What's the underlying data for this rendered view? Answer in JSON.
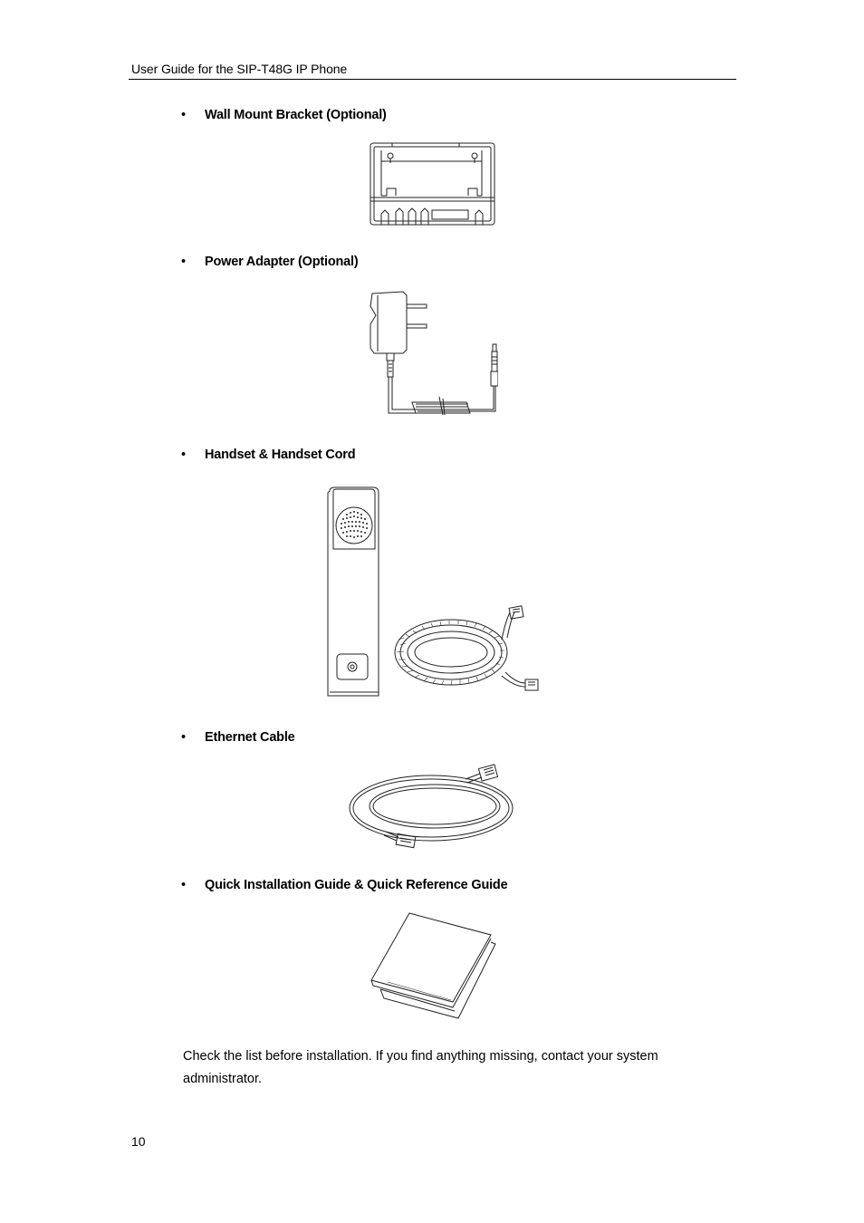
{
  "header": {
    "title": "User Guide for the SIP-T48G IP Phone"
  },
  "items": [
    {
      "bullet": "•",
      "label": "Wall Mount Bracket (Optional)",
      "image_icon": "wall-mount-bracket-icon"
    },
    {
      "bullet": "•",
      "label": "Power Adapter (Optional)",
      "image_icon": "power-adapter-icon"
    },
    {
      "bullet": "•",
      "label": "Handset & Handset Cord",
      "image_icon": "handset-and-cord-icon"
    },
    {
      "bullet": "•",
      "label": "Ethernet Cable",
      "image_icon": "ethernet-cable-icon"
    },
    {
      "bullet": "•",
      "label": "Quick Installation Guide & Quick Reference Guide",
      "image_icon": "guides-booklet-icon"
    }
  ],
  "body": {
    "text": "Check the list before installation. If you find anything missing, contact your system administrator."
  },
  "footer": {
    "page_number": "10"
  }
}
